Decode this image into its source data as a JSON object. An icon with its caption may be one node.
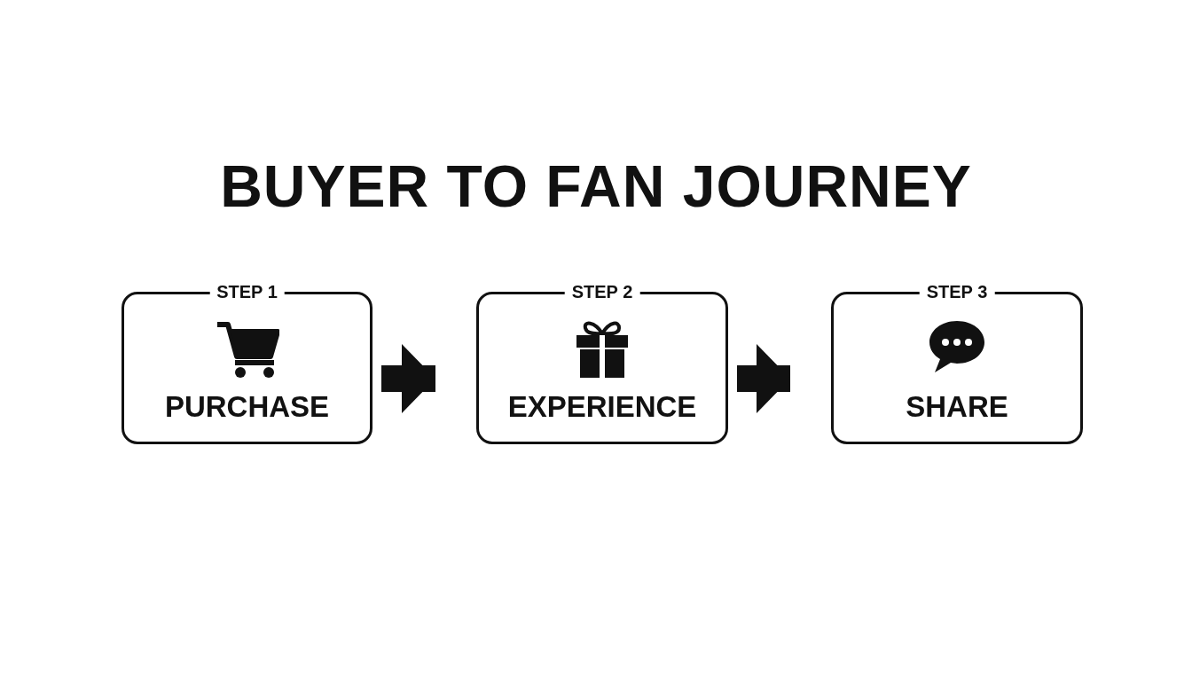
{
  "diagram": {
    "title": "BUYER TO FAN JOURNEY",
    "nodes": [
      {
        "text": [
          "STEP 1",
          "PURCHASE"
        ]
      },
      {
        "text": [
          "STEP 2",
          "EXPERIENCE"
        ]
      },
      {
        "text": [
          "STEP 3",
          "SHARE"
        ]
      }
    ],
    "edges": [
      {
        "from": 0,
        "to": 1,
        "arrow": "to"
      },
      {
        "from": 1,
        "to": 2,
        "arrow": "to"
      }
    ]
  }
}
